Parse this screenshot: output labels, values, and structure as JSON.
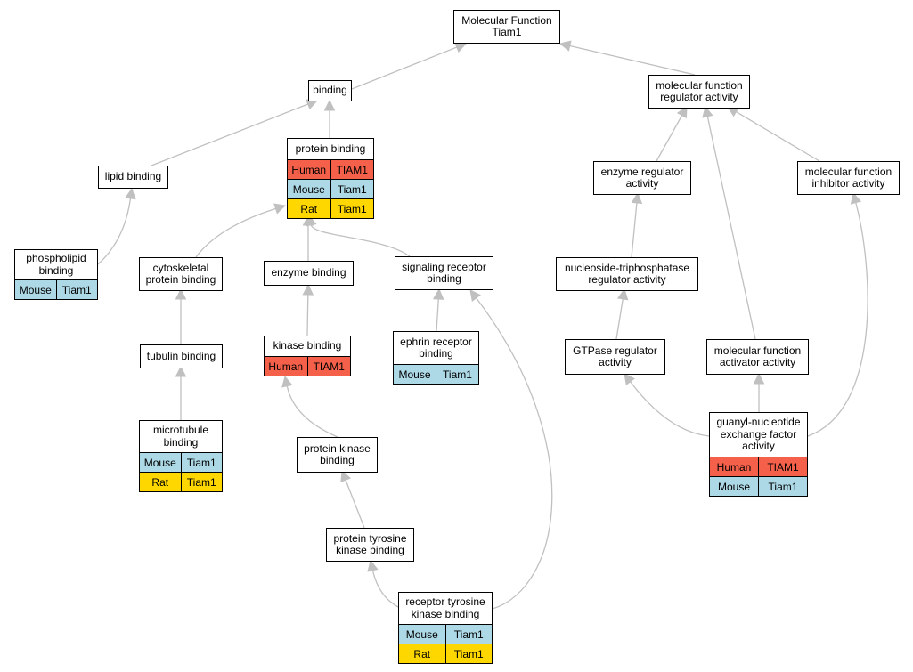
{
  "colors": {
    "human": "#f4604a",
    "mouse": "#add8e6",
    "rat": "#ffd700",
    "edge": "#c0c0c0"
  },
  "nodes": {
    "molecular_function_tiam1": {
      "title": "Molecular Function\nTiam1",
      "rows": []
    },
    "binding": {
      "title": "binding",
      "rows": []
    },
    "mf_regulator_activity": {
      "title": "molecular function\nregulator activity",
      "rows": []
    },
    "lipid_binding": {
      "title": "lipid binding",
      "rows": []
    },
    "protein_binding": {
      "title": "protein binding",
      "rows": [
        {
          "species": "Human",
          "gene": "TIAM1",
          "color": "human"
        },
        {
          "species": "Mouse",
          "gene": "Tiam1",
          "color": "mouse"
        },
        {
          "species": "Rat",
          "gene": "Tiam1",
          "color": "rat"
        }
      ]
    },
    "enzyme_regulator_activity": {
      "title": "enzyme regulator\nactivity",
      "rows": []
    },
    "mf_inhibitor_activity": {
      "title": "molecular function\ninhibitor activity",
      "rows": []
    },
    "phospholipid_binding": {
      "title": "phospholipid\nbinding",
      "rows": [
        {
          "species": "Mouse",
          "gene": "Tiam1",
          "color": "mouse"
        }
      ]
    },
    "cytoskeletal_protein_binding": {
      "title": "cytoskeletal\nprotein binding",
      "rows": []
    },
    "enzyme_binding": {
      "title": "enzyme binding",
      "rows": []
    },
    "signaling_receptor_binding": {
      "title": "signaling receptor\nbinding",
      "rows": []
    },
    "ntpase_regulator_activity": {
      "title": "nucleoside-triphosphatase\nregulator activity",
      "rows": []
    },
    "tubulin_binding": {
      "title": "tubulin binding",
      "rows": []
    },
    "kinase_binding": {
      "title": "kinase binding",
      "rows": [
        {
          "species": "Human",
          "gene": "TIAM1",
          "color": "human"
        }
      ]
    },
    "ephrin_receptor_binding": {
      "title": "ephrin receptor\nbinding",
      "rows": [
        {
          "species": "Mouse",
          "gene": "Tiam1",
          "color": "mouse"
        }
      ]
    },
    "gtpase_regulator_activity": {
      "title": "GTPase regulator\nactivity",
      "rows": []
    },
    "mf_activator_activity": {
      "title": "molecular function\nactivator activity",
      "rows": []
    },
    "microtubule_binding": {
      "title": "microtubule\nbinding",
      "rows": [
        {
          "species": "Mouse",
          "gene": "Tiam1",
          "color": "mouse"
        },
        {
          "species": "Rat",
          "gene": "Tiam1",
          "color": "rat"
        }
      ]
    },
    "protein_kinase_binding": {
      "title": "protein kinase\nbinding",
      "rows": []
    },
    "gnef_activity": {
      "title": "guanyl-nucleotide\nexchange factor\nactivity",
      "rows": [
        {
          "species": "Human",
          "gene": "TIAM1",
          "color": "human"
        },
        {
          "species": "Mouse",
          "gene": "Tiam1",
          "color": "mouse"
        }
      ]
    },
    "protein_tyrosine_kinase_binding": {
      "title": "protein tyrosine\nkinase binding",
      "rows": []
    },
    "rtk_binding": {
      "title": "receptor tyrosine\nkinase binding",
      "rows": [
        {
          "species": "Mouse",
          "gene": "Tiam1",
          "color": "mouse"
        },
        {
          "species": "Rat",
          "gene": "Tiam1",
          "color": "rat"
        }
      ]
    }
  },
  "edges": [
    {
      "from": "binding",
      "to": "molecular_function_tiam1"
    },
    {
      "from": "mf_regulator_activity",
      "to": "molecular_function_tiam1"
    },
    {
      "from": "lipid_binding",
      "to": "binding"
    },
    {
      "from": "protein_binding",
      "to": "binding"
    },
    {
      "from": "enzyme_regulator_activity",
      "to": "mf_regulator_activity"
    },
    {
      "from": "mf_inhibitor_activity",
      "to": "mf_regulator_activity"
    },
    {
      "from": "mf_activator_activity",
      "to": "mf_regulator_activity"
    },
    {
      "from": "phospholipid_binding",
      "to": "lipid_binding"
    },
    {
      "from": "cytoskeletal_protein_binding",
      "to": "protein_binding"
    },
    {
      "from": "enzyme_binding",
      "to": "protein_binding"
    },
    {
      "from": "signaling_receptor_binding",
      "to": "protein_binding"
    },
    {
      "from": "ntpase_regulator_activity",
      "to": "enzyme_regulator_activity"
    },
    {
      "from": "tubulin_binding",
      "to": "cytoskeletal_protein_binding"
    },
    {
      "from": "kinase_binding",
      "to": "enzyme_binding"
    },
    {
      "from": "ephrin_receptor_binding",
      "to": "signaling_receptor_binding"
    },
    {
      "from": "rtk_binding",
      "to": "signaling_receptor_binding"
    },
    {
      "from": "gtpase_regulator_activity",
      "to": "ntpase_regulator_activity"
    },
    {
      "from": "microtubule_binding",
      "to": "tubulin_binding"
    },
    {
      "from": "protein_kinase_binding",
      "to": "kinase_binding"
    },
    {
      "from": "gnef_activity",
      "to": "gtpase_regulator_activity"
    },
    {
      "from": "gnef_activity",
      "to": "mf_activator_activity"
    },
    {
      "from": "gnef_activity",
      "to": "mf_inhibitor_activity"
    },
    {
      "from": "protein_tyrosine_kinase_binding",
      "to": "protein_kinase_binding"
    },
    {
      "from": "rtk_binding",
      "to": "protein_tyrosine_kinase_binding"
    }
  ]
}
